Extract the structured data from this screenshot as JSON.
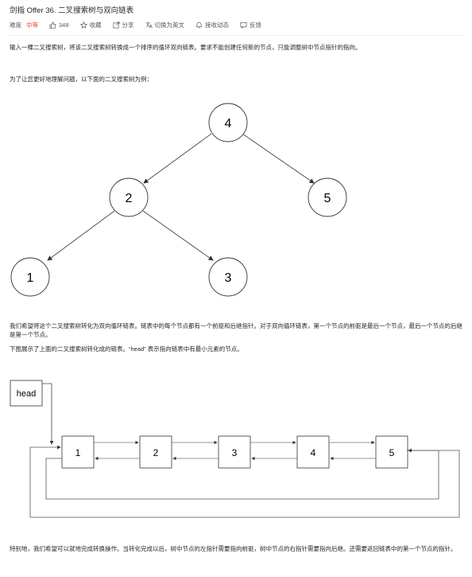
{
  "problem": {
    "title": "剑指 Offer 36. 二叉搜索树与双向链表",
    "difficulty_label": "难度",
    "difficulty": "中等",
    "likes": "348",
    "favorite": "收藏",
    "share": "分享",
    "switch_lang": "切换为英文",
    "notify": "接收动态",
    "feedback": "反馈"
  },
  "content": {
    "p1": "输入一棵二叉搜索树，将该二叉搜索树转换成一个排序的循环双向链表。要求不能创建任何新的节点，只能调整树中节点指针的指向。",
    "p2": "为了让您更好地理解问题，以下面的二叉搜索树为例：",
    "p3": "我们希望将这个二叉搜索树转化为双向循环链表。链表中的每个节点都有一个前驱和后继指针。对于双向循环链表，第一个节点的前驱是最后一个节点，最后一个节点的后继是第一个节点。",
    "p4": "下图展示了上面的二叉搜索树转化成的链表。“head” 表示指向链表中有最小元素的节点。",
    "p5": "特别地，我们希望可以就地完成转换操作。当转化完成以后，树中节点的左指针需要指向前驱，树中节点的右指针需要指向后继。还需要返回链表中的第一个节点的指针。"
  },
  "tree": {
    "root": "4",
    "left": "2",
    "right": "5",
    "left_left": "1",
    "left_right": "3"
  },
  "list": {
    "head_label": "head",
    "nodes": [
      "1",
      "2",
      "3",
      "4",
      "5"
    ]
  },
  "colors": {
    "difficulty": "#ef4743",
    "text": "#262626",
    "meta": "#595959",
    "line": "#444444"
  }
}
